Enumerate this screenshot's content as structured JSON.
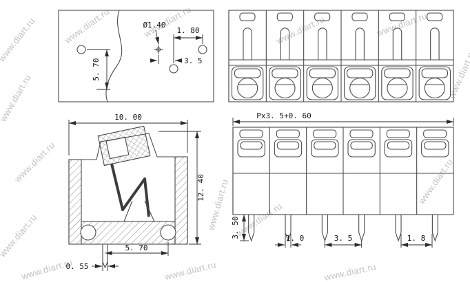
{
  "watermark": {
    "text": "www.diart.ru",
    "color": "#c2c2c2"
  },
  "drawing": {
    "line_color": "#4a4a4a",
    "dim_color": "#2b2b2b",
    "views": {
      "hole_pattern": {
        "title": "pcb-hole-pattern-detail",
        "dims": {
          "hole_diameter": "Ø1.40",
          "hole_edge_offset": "1. 80",
          "hole_pitch": "3. 5",
          "row_spacing": "5. 70"
        }
      },
      "front_top": {
        "title": "front-view-6-positions",
        "positions": 6
      },
      "side_section": {
        "title": "side-section-view",
        "dims": {
          "body_depth": "10. 00",
          "body_height": "12. 40",
          "pin_offset": "5. 70",
          "pin_thickness": "0. 55"
        }
      },
      "front_bottom": {
        "title": "front-view-dimensioned",
        "positions": 6,
        "dims": {
          "overall_width": "Px3. 5+0. 60",
          "pin_length": "3. 50",
          "pin_width": "1. 0",
          "pin_pitch": "3. 5",
          "end_margin": "1. 8"
        }
      }
    }
  }
}
